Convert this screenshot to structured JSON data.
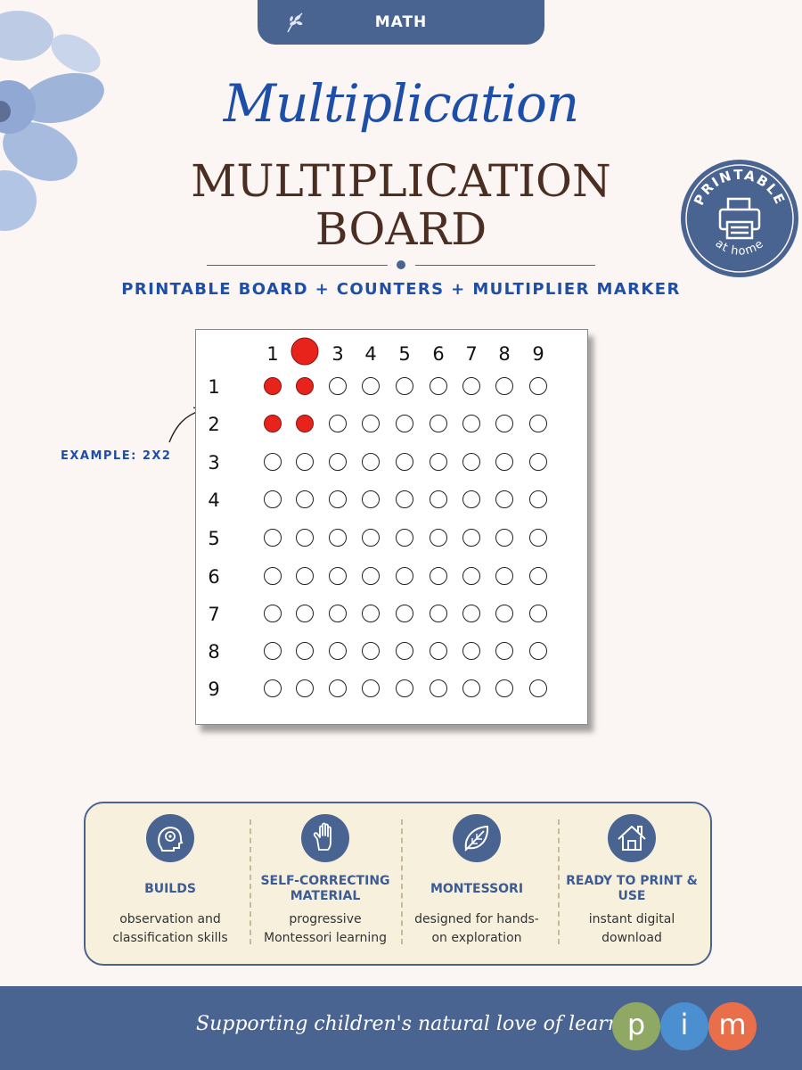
{
  "tab": {
    "label": "MATH",
    "icon": "leaf-icon"
  },
  "header": {
    "script_title": "Multiplication",
    "title_line1": "MULTIPLICATION",
    "title_line2": "BOARD",
    "subtitle": "PRINTABLE BOARD + COUNTERS + MULTIPLIER MARKER"
  },
  "badge": {
    "top_text": "PRINTABLE",
    "bottom_text": "at home",
    "icon": "printer-icon"
  },
  "example": {
    "label": "EXAMPLE: 2X2"
  },
  "board": {
    "column_headers": [
      "1",
      "2",
      "3",
      "4",
      "5",
      "6",
      "7",
      "8",
      "9"
    ],
    "row_headers": [
      "1",
      "2",
      "3",
      "4",
      "5",
      "6",
      "7",
      "8",
      "9"
    ],
    "marker_column": 2,
    "filled_rows": 2,
    "filled_cols": 2,
    "filled_color": "#e8231b"
  },
  "features": [
    {
      "icon": "brain-icon",
      "title": "BUILDS",
      "desc_line1": "observation and",
      "desc_line2": "classification skills"
    },
    {
      "icon": "hand-icon",
      "title": "SELF-CORRECTING MATERIAL",
      "desc_line1": "progressive",
      "desc_line2": "Montessori learning"
    },
    {
      "icon": "leaf-outline-icon",
      "title": "MONTESSORI",
      "desc_line1": "designed for hands-",
      "desc_line2": "on exploration"
    },
    {
      "icon": "house-icon",
      "title": "READY TO PRINT & USE",
      "desc_line1": "instant digital",
      "desc_line2": "download"
    }
  ],
  "footer": {
    "tagline": "Supporting children's natural love of learning",
    "logo_letters": [
      "p",
      "i",
      "m"
    ],
    "logo_colors": [
      "#8fa863",
      "#4b8fd0",
      "#e96f4a"
    ]
  },
  "colors": {
    "accent_blue": "#4a6492",
    "title_brown": "#4a2e22",
    "script_blue": "#1e4fa8"
  }
}
